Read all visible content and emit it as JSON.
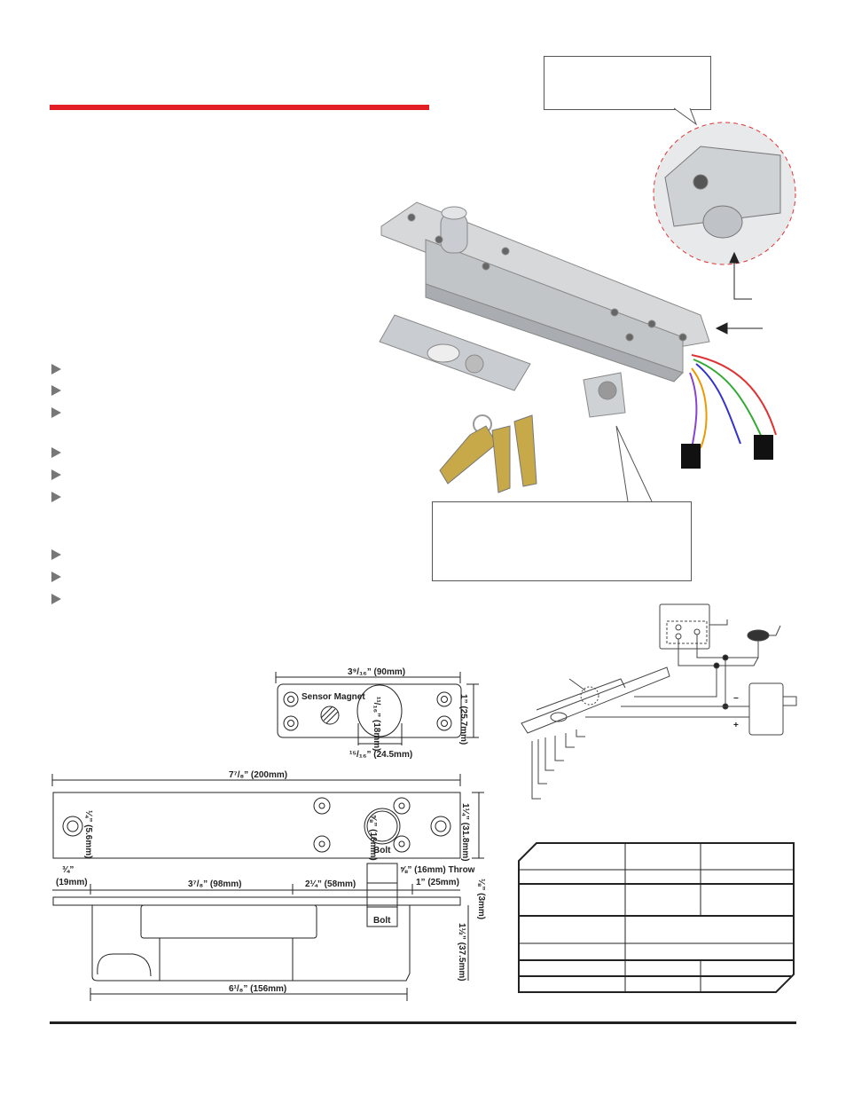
{
  "colors": {
    "accent": "#e21d24",
    "rule": "#222222"
  },
  "mounting_plate": {
    "width": "3⁹/₁₆” (90mm)",
    "height": "1” (25.7mm)",
    "sensor_label": "Sensor Magnet",
    "hole_height": "¹¹/₁₆” (18mm)",
    "hole_width": "¹⁵/₁₆” (24.5mm)"
  },
  "lock_body": {
    "length": "7⁷/₈” (200mm)",
    "screw_hole": "¼” (5.6mm)",
    "bolt_dia": "⅝” (16mm)",
    "bolt_label": "Bolt",
    "face_height": "1¼” (31.8mm)",
    "offset_left": "¾”",
    "offset_left_mm": "(19mm)",
    "seg1": "3⁷/₈” (98mm)",
    "seg2": "2¼” (58mm)",
    "throw": "⅝” (16mm) Throw",
    "seg3": "1” (25mm)",
    "plate_thickness": "⅛” (3mm)",
    "body_depth": "1½” (37.5mm)",
    "body_length": "6¹/₈” (156mm)",
    "side_bolt_label": "Bolt"
  },
  "wiring": {
    "minus": "−",
    "plus": "+"
  },
  "icons": [
    "bullet-triangle-icon",
    "arrow-icon"
  ]
}
